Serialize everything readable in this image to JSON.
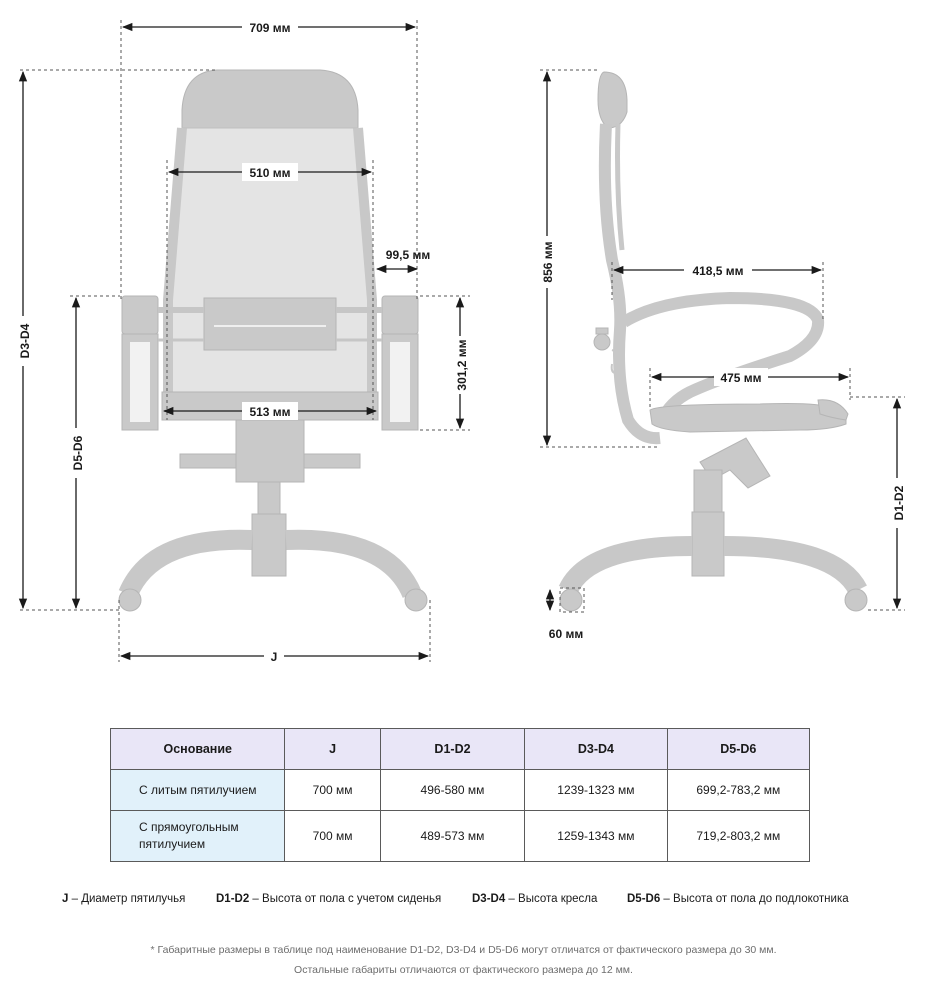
{
  "dimensions": {
    "width_top": "709 мм",
    "back_width": "510 мм",
    "armrest_width": "99,5 мм",
    "armrest_height": "301,2 мм",
    "seat_width": "513 мм",
    "d3_d4": "D3-D4",
    "d5_d6": "D5-D6",
    "j": "J",
    "back_height": "856 мм",
    "back_depth": "418,5 мм",
    "seat_depth": "475 мм",
    "d1_d2": "D1-D2",
    "wheel": "60 мм"
  },
  "table": {
    "headers": [
      "Основание",
      "J",
      "D1-D2",
      "D3-D4",
      "D5-D6"
    ],
    "rows": [
      {
        "base": "С литым пятилучием",
        "j": "700 мм",
        "d1_d2": "496-580 мм",
        "d3_d4": "1239-1323 мм",
        "d5_d6": "699,2-783,2 мм"
      },
      {
        "base_line1": "С прямоугольным",
        "base_line2": "пятилучием",
        "j": "700 мм",
        "d1_d2": "489-573 мм",
        "d3_d4": "1259-1343 мм",
        "d5_d6": "719,2-803,2 мм"
      }
    ]
  },
  "legend": [
    {
      "key": "J",
      "text": " – Диаметр пятилучья"
    },
    {
      "key": "D1-D2",
      "text": " – Высота от пола с учетом сиденья"
    },
    {
      "key": "D3-D4",
      "text": " – Высота кресла"
    },
    {
      "key": "D5-D6",
      "text": " – Высота от пола до подлокотника"
    }
  ],
  "footnote": {
    "line1": "* Габаритные размеры в таблице под наименование D1-D2, D3-D4 и D5-D6 могут отличатся от фактического размера до 30 мм.",
    "line2": "Остальные габариты отличаются от фактического размера до 12 мм."
  },
  "colors": {
    "chair": "#c9c9c9",
    "header_bg": "#e9e6f7",
    "rowhead_bg": "#e1f1fa"
  }
}
